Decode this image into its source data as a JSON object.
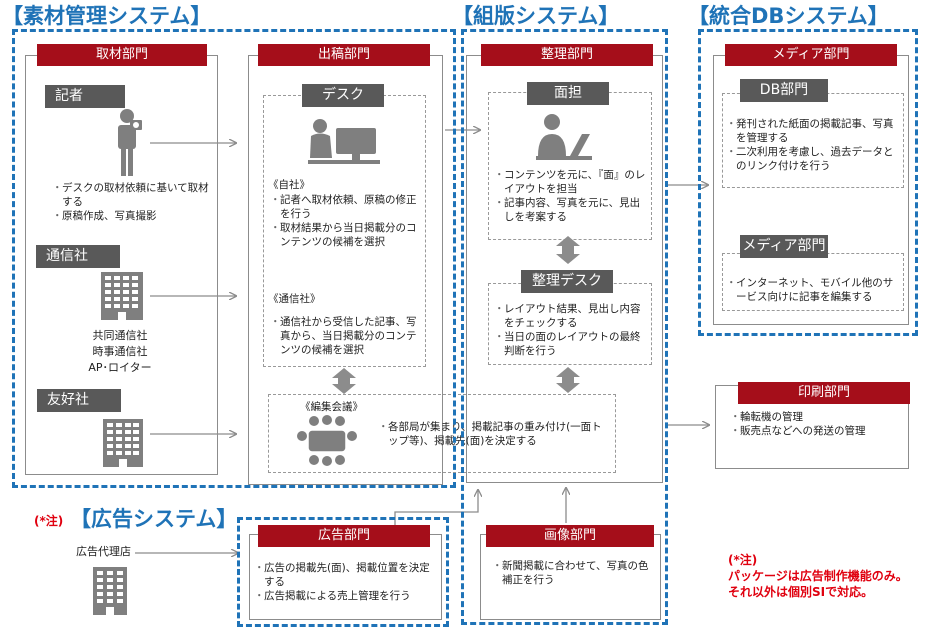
{
  "systems": {
    "sozai": "【素材管理システム】",
    "kumihan": "【組版システム】",
    "togo": "【統合DBシステム】",
    "kokoku": "【広告システム】",
    "kokoku_note": "(*注)"
  },
  "shuzai": {
    "title": "取材部門",
    "kisha": {
      "label": "記者",
      "bullets": [
        "デスクの取材依頼に基いて取材する",
        "原稿作成、写真撮影"
      ]
    },
    "tsushinsha": {
      "label": "通信社",
      "agencies": [
        "共同通信社",
        "時事通信社",
        "AP･ロイター"
      ]
    },
    "yukosha": {
      "label": "友好社"
    }
  },
  "shukko": {
    "title": "出稿部門",
    "desk": {
      "label": "デスク",
      "jisha_label": "《自社》",
      "jisha_bullets": [
        "記者へ取材依頼、原稿の修正を行う",
        "取材結果から当日掲載分のコンテンツの候補を選択"
      ],
      "tsushin_label": "《通信社》",
      "tsushin_bullets": [
        "通信社から受信した記事、写真から、当日掲載分のコンテンツの候補を選択"
      ]
    },
    "kaigi": {
      "label": "《編集会議》",
      "bullets": [
        "各部局が集まり、掲載記事の重み付け(一面トップ等)、掲載先(面)を決定する"
      ]
    }
  },
  "seiri": {
    "title": "整理部門",
    "mentan": {
      "label": "面担",
      "bullets": [
        "コンテンツを元に、『面』のレイアウトを担当",
        "記事内容、写真を元に、見出しを考案する"
      ]
    },
    "seiri_desk": {
      "label": "整理デスク",
      "bullets": [
        "レイアウト結果、見出し内容をチェックする",
        "当日の面のレイアウトの最終判断を行う"
      ]
    }
  },
  "media": {
    "title": "メディア部門",
    "db": {
      "label": "DB部門",
      "bullets": [
        "発刊された紙面の掲載記事、写真を管理する",
        "二次利用を考慮し、過去データとのリンク付けを行う"
      ]
    },
    "media_sub": {
      "label": "メディア部門",
      "bullets": [
        "インターネット、モバイル他のサービス向けに記事を編集する"
      ]
    }
  },
  "insatsu": {
    "title": "印刷部門",
    "bullets": [
      "輪転機の管理",
      "販売点などへの発送の管理"
    ]
  },
  "kokoku_bumon": {
    "title": "広告部門",
    "bullets": [
      "広告の掲載先(面)、掲載位置を決定する",
      "広告掲載による売上管理を行う"
    ]
  },
  "gazo": {
    "title": "画像部門",
    "bullets": [
      "新聞掲載に合わせて、写真の色補正を行う"
    ]
  },
  "kokoku_dairiten": "広告代理店",
  "footnote": {
    "mark": "(*注)",
    "lines": [
      "パッケージは広告制作機能のみ。",
      "それ以外は個別SIで対応。"
    ]
  },
  "colors": {
    "header_red": "#a50e1a",
    "header_gray": "#595959",
    "system_blue": "#1f73b7",
    "note_red": "#e0000f",
    "arrow_gray": "#8c8c8c"
  },
  "icons": [
    "reporter-camera-icon",
    "office-building-icon",
    "desk-computer-icon",
    "meeting-table-icon"
  ]
}
